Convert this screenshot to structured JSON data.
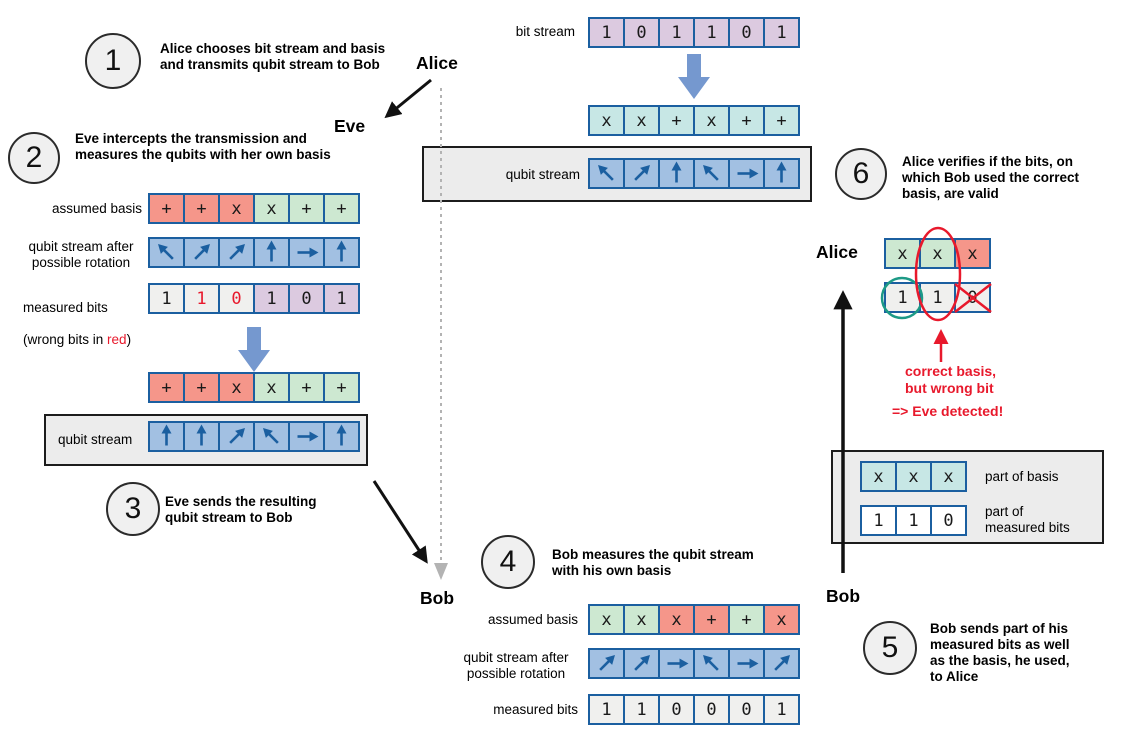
{
  "palette": {
    "salmon": "#f5968a",
    "green": "#cde8d1",
    "teal": "#c7e7e5",
    "lavender": "#dccae0",
    "gray": "#f0f0ee",
    "white": "#ffffff",
    "blue_cell": "#a2c0e2",
    "cell_border": "#1b5fa0",
    "arrow_stroke": "#1b5fa0",
    "red": "#e8192c",
    "annot_green": "#1d9a86",
    "arrow_blue": "#7598cf",
    "dashed_gray": "#b3b3b3",
    "black": "#111111"
  },
  "actors": {
    "alice_top": "Alice",
    "eve": "Eve",
    "bob_left": "Bob",
    "bob_right": "Bob",
    "alice_right": "Alice"
  },
  "steps": [
    {
      "num": "1",
      "text": "Alice chooses bit stream and basis\nand transmits qubit stream to Bob"
    },
    {
      "num": "2",
      "text": "Eve intercepts the transmission and\nmeasures the qubits with her own basis"
    },
    {
      "num": "3",
      "text": "Eve sends the resulting\nqubit stream to Bob"
    },
    {
      "num": "4",
      "text": "Bob measures the qubit stream\nwith his own basis"
    },
    {
      "num": "5",
      "text": "Bob sends part of his\nmeasured bits as well\nas the basis, he used,\nto Alice"
    },
    {
      "num": "6",
      "text": "Alice verifies if the bits, on\nwhich Bob used the correct\nbasis, are valid"
    }
  ],
  "labels": {
    "bit_stream": "bit stream",
    "qubit_stream": "qubit stream",
    "assumed_basis": "assumed basis",
    "rotated": "qubit stream after\npossible rotation",
    "measured_bits": "measured bits",
    "wrong_pre": "(wrong bits in ",
    "wrong_red": "red",
    "wrong_post": ")",
    "part_basis": "part of basis",
    "part_bits": "part of\nmeasured bits"
  },
  "streams": {
    "alice_bits": [
      {
        "t": "1",
        "bg": "lavender"
      },
      {
        "t": "0",
        "bg": "lavender"
      },
      {
        "t": "1",
        "bg": "lavender"
      },
      {
        "t": "1",
        "bg": "lavender"
      },
      {
        "t": "0",
        "bg": "lavender"
      },
      {
        "t": "1",
        "bg": "lavender"
      }
    ],
    "alice_basis": [
      {
        "t": "x",
        "bg": "teal"
      },
      {
        "t": "x",
        "bg": "teal"
      },
      {
        "t": "+",
        "bg": "teal"
      },
      {
        "t": "x",
        "bg": "teal"
      },
      {
        "t": "+",
        "bg": "teal"
      },
      {
        "t": "+",
        "bg": "teal"
      }
    ],
    "alice_qubits": [
      135,
      45,
      90,
      135,
      0,
      90
    ],
    "eve_basis": [
      {
        "t": "+",
        "bg": "salmon"
      },
      {
        "t": "+",
        "bg": "salmon"
      },
      {
        "t": "x",
        "bg": "salmon"
      },
      {
        "t": "x",
        "bg": "green"
      },
      {
        "t": "+",
        "bg": "green"
      },
      {
        "t": "+",
        "bg": "green"
      }
    ],
    "eve_rotated": [
      135,
      45,
      45,
      90,
      0,
      90
    ],
    "eve_measured": [
      {
        "t": "1",
        "bg": "gray"
      },
      {
        "t": "1",
        "bg": "gray",
        "color": "red"
      },
      {
        "t": "0",
        "bg": "gray",
        "color": "red"
      },
      {
        "t": "1",
        "bg": "lavender"
      },
      {
        "t": "0",
        "bg": "lavender"
      },
      {
        "t": "1",
        "bg": "lavender"
      }
    ],
    "eve_qubits": [
      90,
      90,
      45,
      135,
      0,
      90
    ],
    "bob_basis": [
      {
        "t": "x",
        "bg": "green"
      },
      {
        "t": "x",
        "bg": "green"
      },
      {
        "t": "x",
        "bg": "salmon"
      },
      {
        "t": "+",
        "bg": "salmon"
      },
      {
        "t": "+",
        "bg": "green"
      },
      {
        "t": "x",
        "bg": "salmon"
      }
    ],
    "bob_rotated": [
      45,
      45,
      0,
      135,
      0,
      45
    ],
    "bob_measured": [
      {
        "t": "1",
        "bg": "gray"
      },
      {
        "t": "1",
        "bg": "gray"
      },
      {
        "t": "0",
        "bg": "gray"
      },
      {
        "t": "0",
        "bg": "gray"
      },
      {
        "t": "0",
        "bg": "gray"
      },
      {
        "t": "1",
        "bg": "gray"
      }
    ],
    "verify_basis": [
      {
        "t": "x",
        "bg": "green"
      },
      {
        "t": "x",
        "bg": "green"
      },
      {
        "t": "x",
        "bg": "salmon"
      }
    ],
    "verify_bits": [
      {
        "t": "1",
        "bg": "gray"
      },
      {
        "t": "1",
        "bg": "gray"
      },
      {
        "t": "0",
        "bg": "gray"
      }
    ],
    "part_basis": [
      {
        "t": "x",
        "bg": "teal"
      },
      {
        "t": "x",
        "bg": "teal"
      },
      {
        "t": "x",
        "bg": "teal"
      }
    ],
    "part_bits": [
      {
        "t": "1",
        "bg": "white"
      },
      {
        "t": "1",
        "bg": "white"
      },
      {
        "t": "0",
        "bg": "white"
      }
    ]
  },
  "annotations": {
    "correct_basis": "correct basis,\nbut wrong bit",
    "eve_detected": "=> Eve detected!"
  }
}
